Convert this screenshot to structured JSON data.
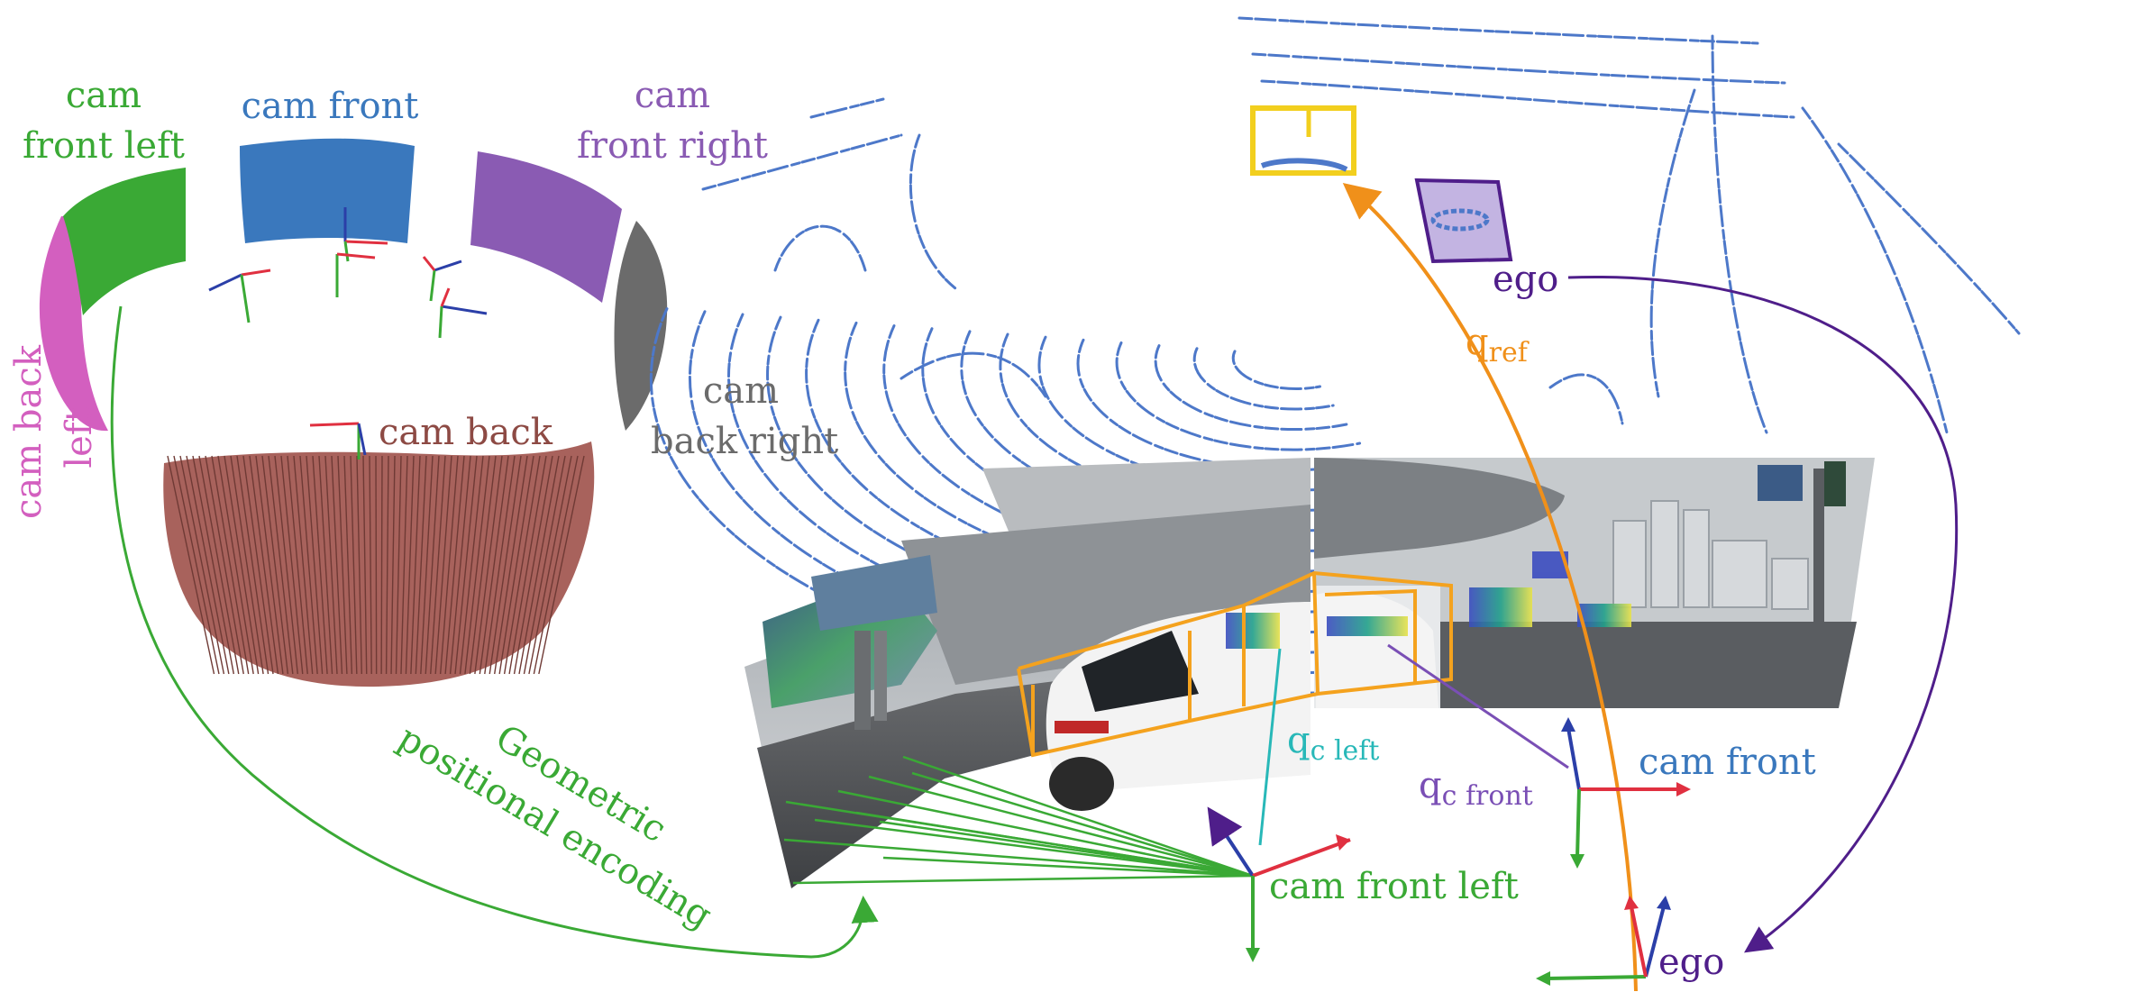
{
  "colors": {
    "front_left": "#3aa935",
    "front": "#3a78bd",
    "front_right": "#8a5bb3",
    "back_left": "#d35fbf",
    "back_right": "#6b6b6b",
    "back": "#8d4a44",
    "lidar": "#4d78c9",
    "ref": "#f0901a",
    "ego": "#4f1e8a",
    "front_query": "#7a4fb5",
    "left_query": "#28b8b8",
    "box_yellow": "#f2cf1e",
    "box_orange": "#f4a21e"
  },
  "camera_labels": {
    "front_left": [
      "cam",
      "front left"
    ],
    "front": [
      "cam front"
    ],
    "front_right": [
      "cam",
      "front right"
    ],
    "back_left": [
      "cam back",
      "left"
    ],
    "back_right": [
      "cam",
      "back right"
    ],
    "back": [
      "cam back"
    ]
  },
  "annotations": {
    "ego_top": "ego",
    "q_ref": "q",
    "q_ref_sub": "ref",
    "q_c_left": "q",
    "q_c_left_sub": "c left",
    "q_c_front": "q",
    "q_c_front_sub": "c front",
    "cam_front": "cam front",
    "cam_front_left": "cam front left",
    "ego_bottom": "ego",
    "geo_line1": "Geometric",
    "geo_line2": "positional encoding"
  }
}
